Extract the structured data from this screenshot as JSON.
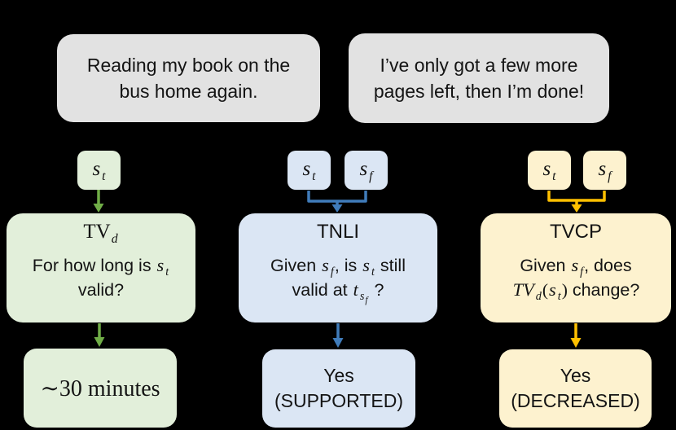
{
  "colors": {
    "background": "#000000",
    "bubble_fill": "#e2e2e2",
    "text": "#141414",
    "green_fill": "#e2efda",
    "green_arrow": "#70ad47",
    "blue_fill": "#dbe6f4",
    "blue_arrow": "#407cba",
    "yellow_fill": "#fdf2cf",
    "yellow_arrow": "#ffc000"
  },
  "bubbles": [
    {
      "lines": [
        [
          {
            "text": "Reading my book on the"
          }
        ],
        [
          {
            "text": "bus home again."
          }
        ]
      ]
    },
    {
      "lines": [
        [
          {
            "text": "I’ve only got a few more"
          }
        ],
        [
          {
            "text": "pages left, then I’m done!"
          }
        ]
      ]
    }
  ],
  "columns": [
    {
      "chips": [
        {
          "lines": [
            [
              {
                "math": "s",
                "sub": "t"
              }
            ]
          ]
        }
      ],
      "task_title": [
        [
          {
            "rm": "TV",
            "sub": "d"
          }
        ]
      ],
      "task_body": [
        [
          {
            "text": "For how long is "
          },
          {
            "math": "s",
            "sub": "t"
          }
        ],
        [
          {
            "text": "valid?"
          }
        ]
      ],
      "answer": [
        [
          {
            "text": "∼30 minutes"
          }
        ]
      ]
    },
    {
      "chips": [
        {
          "lines": [
            [
              {
                "math": "s",
                "sub": "t"
              }
            ]
          ]
        },
        {
          "lines": [
            [
              {
                "math": "s",
                "sub": "f"
              }
            ]
          ]
        }
      ],
      "task_title": [
        [
          {
            "text": "TNLI"
          }
        ]
      ],
      "task_body": [
        [
          {
            "text": "Given "
          },
          {
            "math": "s",
            "sub": "f"
          },
          {
            "text": ", is "
          },
          {
            "math": "s",
            "sub": "t"
          },
          {
            "text": " still"
          }
        ],
        [
          {
            "text": "valid at "
          },
          {
            "math": "t",
            "sub": "s",
            "subsub": "f"
          },
          {
            "text": " ?"
          }
        ]
      ],
      "answer": [
        [
          {
            "text": "Yes"
          }
        ],
        [
          {
            "text": "(SUPPORTED)"
          }
        ]
      ]
    },
    {
      "chips": [
        {
          "lines": [
            [
              {
                "math": "s",
                "sub": "t"
              }
            ]
          ]
        },
        {
          "lines": [
            [
              {
                "math": "s",
                "sub": "f"
              }
            ]
          ]
        }
      ],
      "task_title": [
        [
          {
            "text": "TVCP"
          }
        ]
      ],
      "task_body": [
        [
          {
            "text": "Given "
          },
          {
            "math": "s",
            "sub": "f"
          },
          {
            "text": ", does"
          }
        ],
        [
          {
            "math": "TV",
            "sub": "d"
          },
          {
            "rm": "("
          },
          {
            "math": "s",
            "sub": "t"
          },
          {
            "rm": ")"
          },
          {
            "text": " change?"
          }
        ]
      ],
      "answer": [
        [
          {
            "text": "Yes"
          }
        ],
        [
          {
            "text": "(DECREASED)"
          }
        ]
      ]
    }
  ]
}
